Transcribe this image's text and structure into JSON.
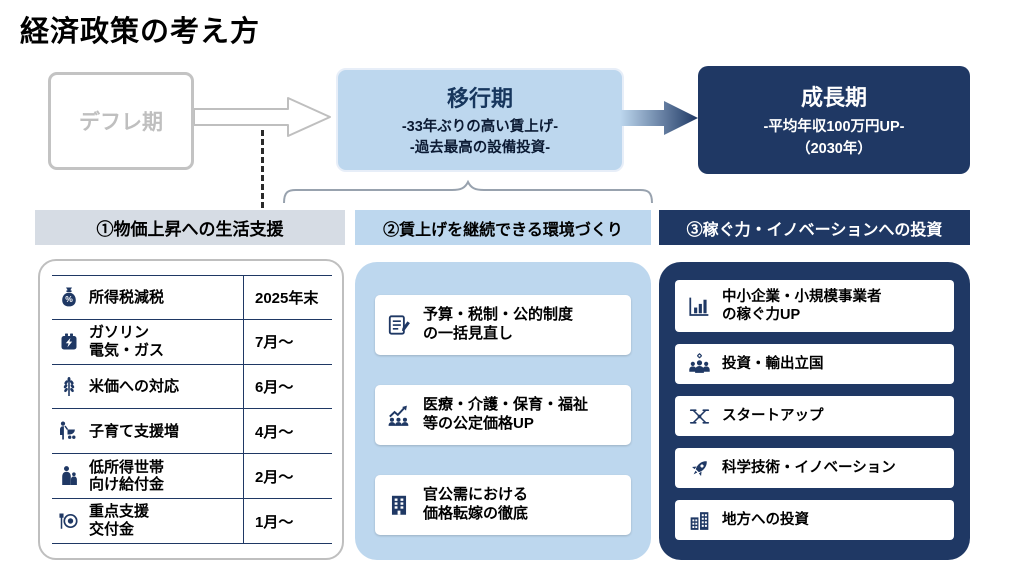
{
  "title": "経済政策の考え方",
  "flow": {
    "deflation": {
      "label": "デフレ期"
    },
    "transition": {
      "title": "移行期",
      "line1": "-33年ぶりの高い賃上げ-",
      "line2": "-過去最高の設備投資-"
    },
    "growth": {
      "title": "成長期",
      "line1": "-平均年収100万円UP-",
      "line2": "（2030年）"
    }
  },
  "sections": [
    {
      "header": "①物価上昇への生活支援"
    },
    {
      "header": "②賃上げを継続できる環境づくり"
    },
    {
      "header": "③稼ぐ力・イノベーションへの投資"
    }
  ],
  "support_table": {
    "rows": [
      {
        "icon": "money-bag-icon",
        "label": "所得税減税",
        "date": "2025年末"
      },
      {
        "icon": "energy-icon",
        "label": "ガソリン\n電気・ガス",
        "date": "7月～"
      },
      {
        "icon": "rice-icon",
        "label": "米価への対応",
        "date": "6月～"
      },
      {
        "icon": "childcare-icon",
        "label": "子育て支援増",
        "date": "4月～"
      },
      {
        "icon": "household-icon",
        "label": "低所得世帯\n向け給付金",
        "date": "2月～"
      },
      {
        "icon": "meal-icon",
        "label": "重点支援\n交付金",
        "date": "1月～"
      }
    ]
  },
  "wage_cards": [
    {
      "icon": "checklist-icon",
      "label": "予算・税制・公的制度\nの一括見直し"
    },
    {
      "icon": "welfare-chart-icon",
      "label": "医療・介護・保育・福祉\n等の公定価格UP"
    },
    {
      "icon": "building-icon",
      "label": "官公需における\n価格転嫁の徹底"
    }
  ],
  "invest_cards": [
    {
      "icon": "bar-chart-icon",
      "label": "中小企業・小規模事業者\nの稼ぐ力UP"
    },
    {
      "icon": "people-group-icon",
      "label": "投資・輸出立国"
    },
    {
      "icon": "drone-icon",
      "label": "スタートアップ"
    },
    {
      "icon": "rocket-icon",
      "label": "科学技術・イノベーション"
    },
    {
      "icon": "city-icon",
      "label": "地方への投資"
    }
  ],
  "colors": {
    "navy": "#1F3864",
    "light_blue": "#BDD7EE",
    "header_gray": "#D6DCE4",
    "border_gray": "#BFBFBF"
  }
}
